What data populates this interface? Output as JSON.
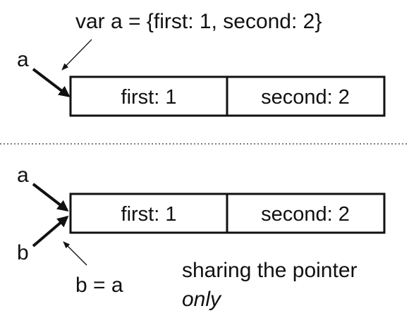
{
  "top": {
    "code_label": "var a = {first: 1, second: 2}",
    "var_label": "a",
    "cells": [
      "first: 1",
      "second: 2"
    ]
  },
  "bottom": {
    "var_a_label": "a",
    "var_b_label": "b",
    "cells": [
      "first: 1",
      "second: 2"
    ],
    "assign_label": "b = a",
    "note_line1": "sharing the pointer",
    "note_line2": "only"
  },
  "colors": {
    "ink": "#111111",
    "divider": "#555555"
  }
}
